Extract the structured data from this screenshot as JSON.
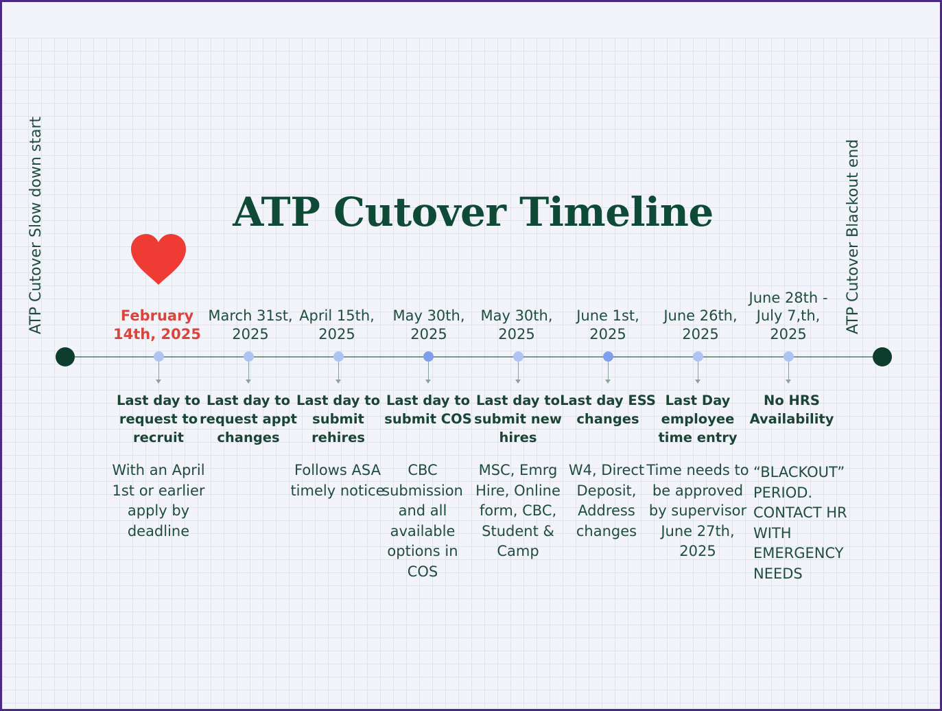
{
  "title": "ATP Cutover Timeline",
  "colors": {
    "title": "#0f4a36",
    "highlight": "#d9443c",
    "endpoint": "#0e3d2e",
    "dot": "#aec4f2",
    "heart": "#ee3b34"
  },
  "start_label": "ATP Cutover Slow down start",
  "end_label": "ATP Cutover Blackout end",
  "milestones": [
    {
      "date": "February 14th, 2025",
      "heading": "Last day to request to recruit",
      "description": "With an April 1st or earlier apply by deadline",
      "highlight": true,
      "icon": "heart-icon"
    },
    {
      "date": "March 31st, 2025",
      "heading": "Last day to request appt changes",
      "description": ""
    },
    {
      "date": "April 15th, 2025",
      "heading": "Last day to submit rehires",
      "description": "Follows ASA timely notice"
    },
    {
      "date": "May 30th, 2025",
      "heading": "Last day to submit COS",
      "description": "CBC submission and all available options in COS"
    },
    {
      "date": "May 30th, 2025",
      "heading": "Last day to submit new hires",
      "description": "MSC, Emrg Hire, Online form, CBC, Student & Camp"
    },
    {
      "date": "June 1st, 2025",
      "heading": "Last day ESS changes",
      "description": "W4, Direct Deposit, Address changes"
    },
    {
      "date": "June 26th, 2025",
      "heading": "Last Day employee time entry",
      "description": "Time needs to be approved by supervisor June 27th, 2025"
    },
    {
      "date": "June 28th - July 7,th, 2025",
      "heading": "No HRS Availability",
      "description": "“BLACKOUT” PERIOD. CONTACT HR WITH EMERGENCY NEEDS"
    }
  ]
}
